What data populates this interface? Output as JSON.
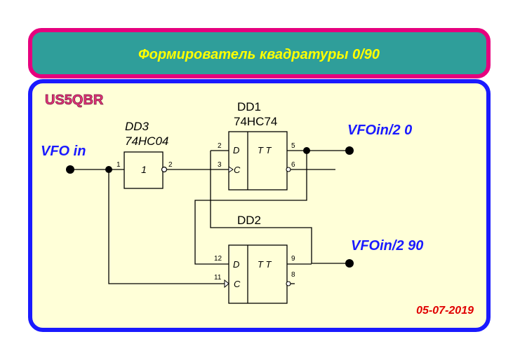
{
  "header": {
    "title": "Формирователь квадратуры 0/90",
    "title_color": "#ffff00",
    "panel_fill": "#2f9e9a",
    "panel_border": "#e6007e"
  },
  "panel": {
    "fill": "#ffffd8",
    "border": "#1a1aff"
  },
  "logo": {
    "text": "US5QBR",
    "color": "#e8347a"
  },
  "date": {
    "text": "05-07-2019",
    "color": "#e00000"
  },
  "nets": {
    "vfo_in": "VFO in",
    "out0": "VFOin/2  0",
    "out90": "VFOin/2 90",
    "label_color": "#1a1aff"
  },
  "chips": {
    "dd3": {
      "name": "DD3",
      "part": "74HC04",
      "symbol": "1",
      "pin_in": "1",
      "pin_out": "2"
    },
    "dd1": {
      "name": "DD1",
      "part": "74HC74",
      "d": "D",
      "c": "C",
      "tt": "T T",
      "pin_d": "2",
      "pin_c": "3",
      "pin_q": "5",
      "pin_nq": "6"
    },
    "dd2": {
      "name": "DD2",
      "d": "D",
      "c": "C",
      "tt": "T T",
      "pin_d": "12",
      "pin_c": "11",
      "pin_q": "9",
      "pin_nq": "8"
    }
  }
}
